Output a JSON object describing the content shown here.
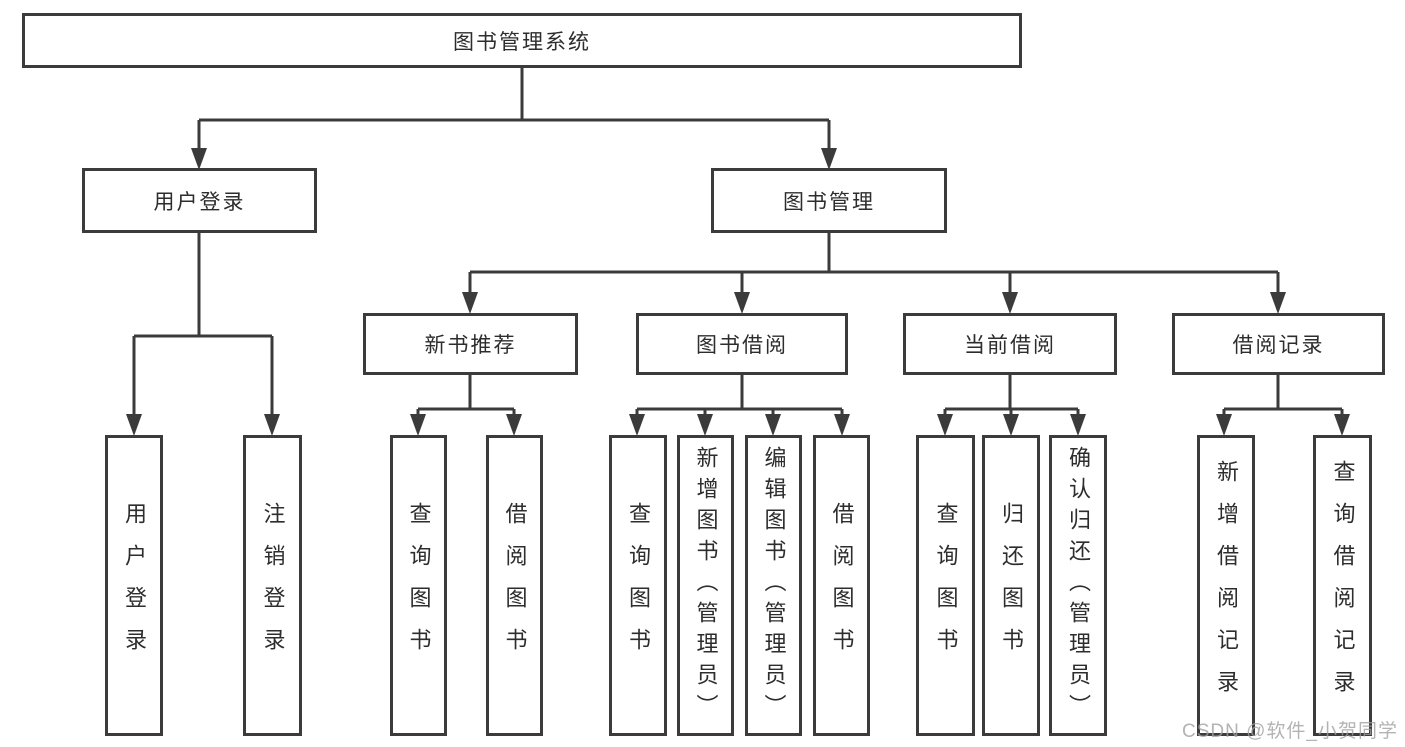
{
  "tree": {
    "label": "图书管理系统",
    "children": [
      {
        "label": "用户登录",
        "children": [
          {
            "label": "用户登录"
          },
          {
            "label": "注销登录"
          }
        ]
      },
      {
        "label": "图书管理",
        "children": [
          {
            "label": "新书推荐",
            "children": [
              {
                "label": "查询图书"
              },
              {
                "label": "借阅图书"
              }
            ]
          },
          {
            "label": "图书借阅",
            "children": [
              {
                "label": "查询图书"
              },
              {
                "label": "新增图书（管理员）"
              },
              {
                "label": "编辑图书（管理员）"
              },
              {
                "label": "借阅图书"
              }
            ]
          },
          {
            "label": "当前借阅",
            "children": [
              {
                "label": "查询图书"
              },
              {
                "label": "归还图书"
              },
              {
                "label": "确认归还（管理员）"
              }
            ]
          },
          {
            "label": "借阅记录",
            "children": [
              {
                "label": "新增借阅记录"
              },
              {
                "label": "查询借阅记录"
              }
            ]
          }
        ]
      }
    ]
  },
  "watermark": "CSDN @软件_小贺同学",
  "colors": {
    "line": "#3b3b3b",
    "border": "#3b3b3b",
    "text": "#2d2d2d",
    "watermark": "#a0a0a0",
    "background": "#ffffff"
  }
}
